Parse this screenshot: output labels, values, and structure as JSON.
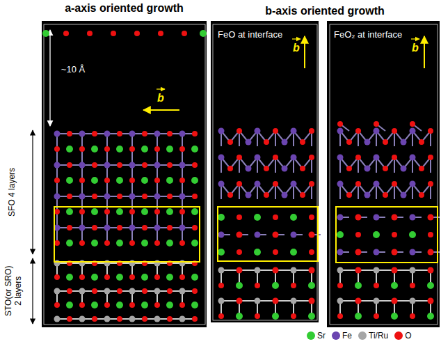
{
  "diagram": {
    "nodes": [
      {
        "text": [
          "a-axis oriented growth"
        ]
      },
      {
        "text": [
          "FeO at interface"
        ]
      },
      {
        "text": [
          "FeO₂ at interface"
        ]
      }
    ],
    "labels": [
      "b-axis oriented growth",
      "~10 Å",
      "b",
      "b",
      "b",
      "SFO 4 layers",
      "STO(or SRO) 2 layers"
    ],
    "legend": [
      {
        "text": "Sr",
        "color": "#33cc33"
      },
      {
        "text": "Fe",
        "color": "#6b45b0"
      },
      {
        "text": "Ti/Ru",
        "color": "#a6a6a6"
      },
      {
        "text": "O",
        "color": "#ee1111"
      }
    ]
  }
}
